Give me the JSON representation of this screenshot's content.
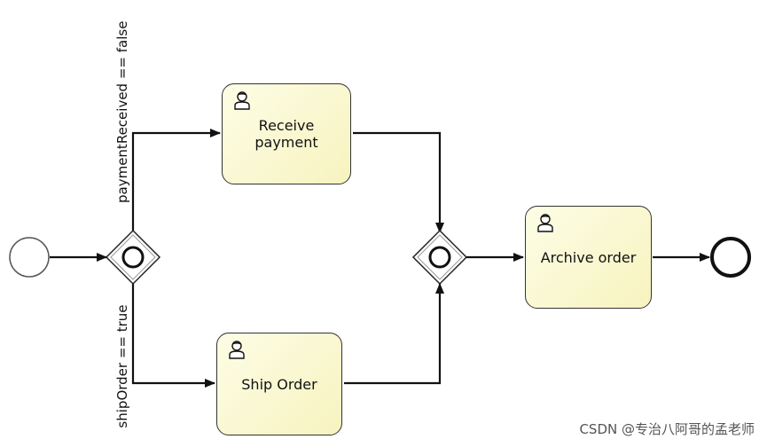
{
  "tasks": {
    "receive_payment": {
      "line1": "Receive",
      "line2": "payment"
    },
    "ship_order": "Ship Order",
    "archive_order": "Archive order"
  },
  "conditions": {
    "payment_received_false": "paymentReceived == false",
    "ship_order_true": "shipOrder == true"
  },
  "watermark": "CSDN @专治八阿哥的孟老师",
  "colors": {
    "task_fill": "#f7f3bf",
    "stroke": "#111111"
  }
}
